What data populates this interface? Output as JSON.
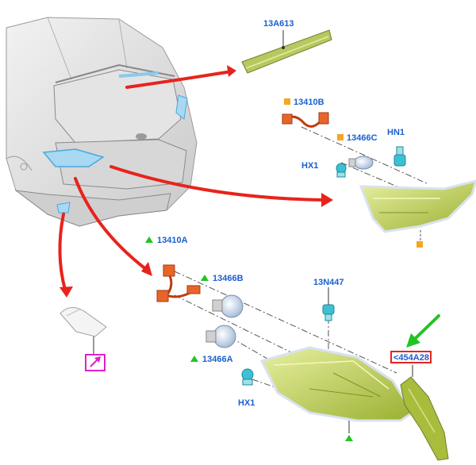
{
  "labels": {
    "high_mount_lamp": "13A613",
    "inner_harness": "13410B",
    "inner_bulb": "13466C",
    "inner_socket_right": "HN1",
    "inner_socket_left": "HX1",
    "outer_harness": "13410A",
    "outer_bulb_upper": "13466B",
    "outer_socket_top": "13N447",
    "outer_bulb_lower": "13466A",
    "outer_socket_bottom": "HX1",
    "trim_panel": "<454A28"
  },
  "colors": {
    "label_text": "#1a5fd0",
    "callout_arrow": "#e8231c",
    "green_marker": "#22c422",
    "orange_marker": "#f5a623",
    "highlight_box": "#e8231c",
    "magenta_box": "#e020c8",
    "lamp_lens": "#c8d86a",
    "lamp_edge": "#d8e2f0"
  },
  "icons": {
    "green_triangle": "green-triangle-icon",
    "orange_square": "orange-square-icon",
    "green_arrow": "green-arrow-icon",
    "magenta_box_arrow": "magenta-arrow-box-icon"
  }
}
